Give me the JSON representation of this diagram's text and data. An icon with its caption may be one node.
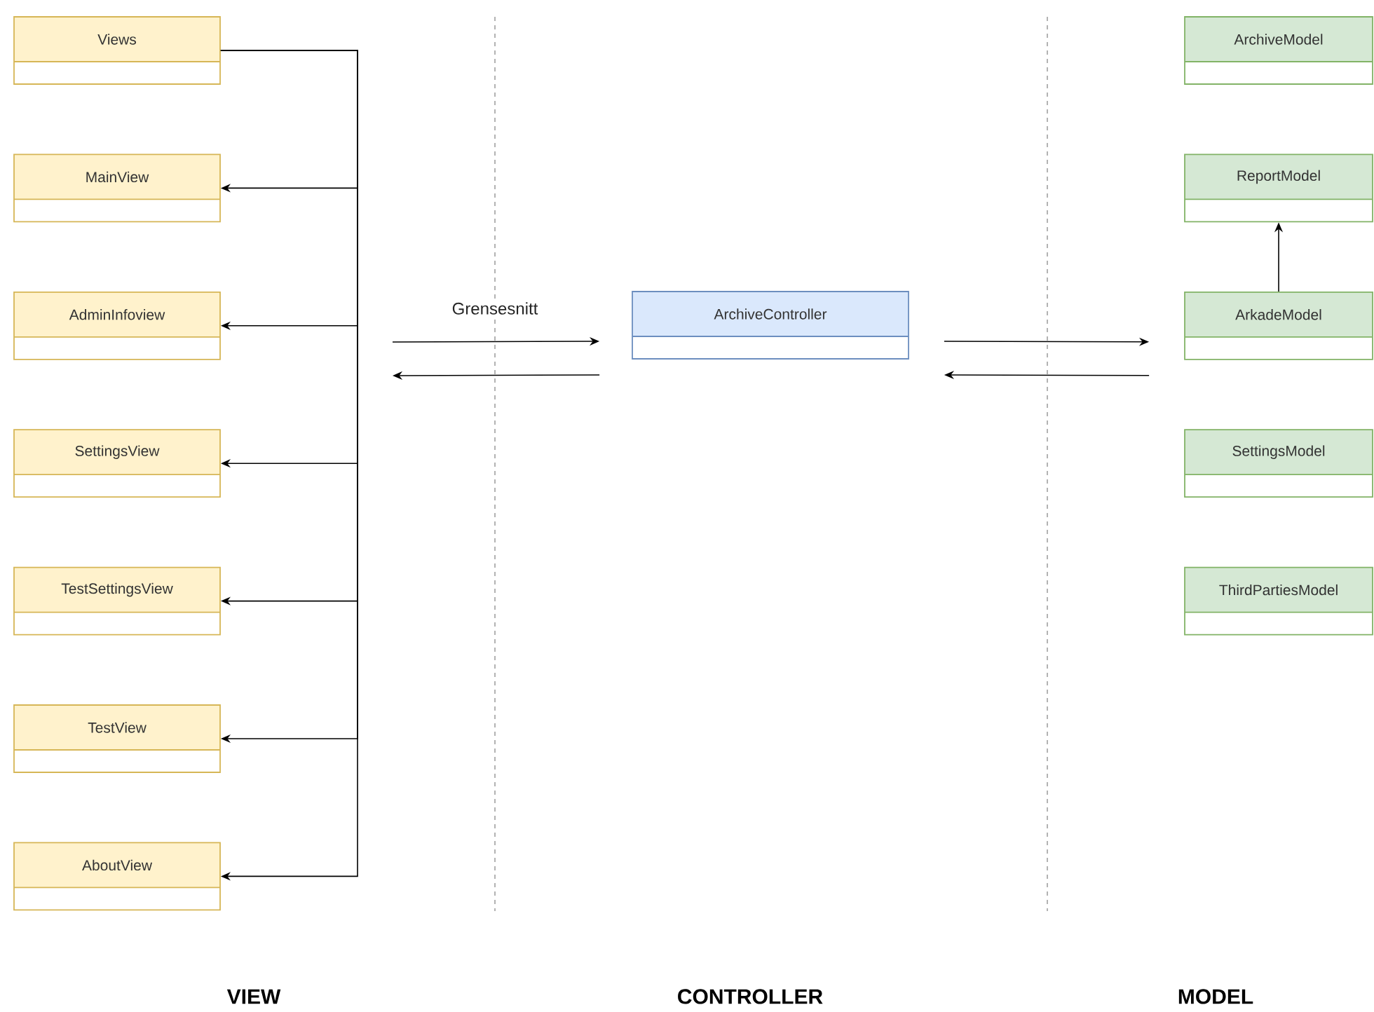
{
  "diagram": {
    "nodes": [
      {
        "text": [
          "Views"
        ]
      },
      {
        "text": [
          "MainView"
        ]
      },
      {
        "text": [
          "AdminInfoview"
        ]
      },
      {
        "text": [
          "SettingsView"
        ]
      },
      {
        "text": [
          "TestSettingsView"
        ]
      },
      {
        "text": [
          "TestView"
        ]
      },
      {
        "text": [
          "AboutView"
        ]
      },
      {
        "text": [
          "ArchiveController"
        ]
      },
      {
        "text": [
          "ArchiveModel"
        ]
      },
      {
        "text": [
          "ReportModel"
        ]
      },
      {
        "text": [
          "ArkadeModel"
        ]
      },
      {
        "text": [
          "SettingsModel"
        ]
      },
      {
        "text": [
          "ThirdPartiesModel"
        ]
      }
    ],
    "edges": [
      {
        "from": 0,
        "to": 1,
        "arrow": "to"
      },
      {
        "from": 0,
        "to": 2,
        "arrow": "to"
      },
      {
        "from": 0,
        "to": 3,
        "arrow": "to"
      },
      {
        "from": 0,
        "to": 4,
        "arrow": "to"
      },
      {
        "from": 0,
        "to": 5,
        "arrow": "to"
      },
      {
        "from": 0,
        "to": 6,
        "arrow": "to"
      },
      {
        "from": 10,
        "to": 9,
        "arrow": "to"
      },
      {
        "from": null,
        "to": 7,
        "arrow": "to",
        "label": "Grensesnitt"
      },
      {
        "from": 7,
        "to": null,
        "arrow": "to"
      },
      {
        "from": 7,
        "to": 10,
        "arrow": "to"
      },
      {
        "from": 10,
        "to": 7,
        "arrow": "to"
      }
    ],
    "labels": [
      "VIEW",
      "CONTROLLER",
      "MODEL"
    ]
  }
}
